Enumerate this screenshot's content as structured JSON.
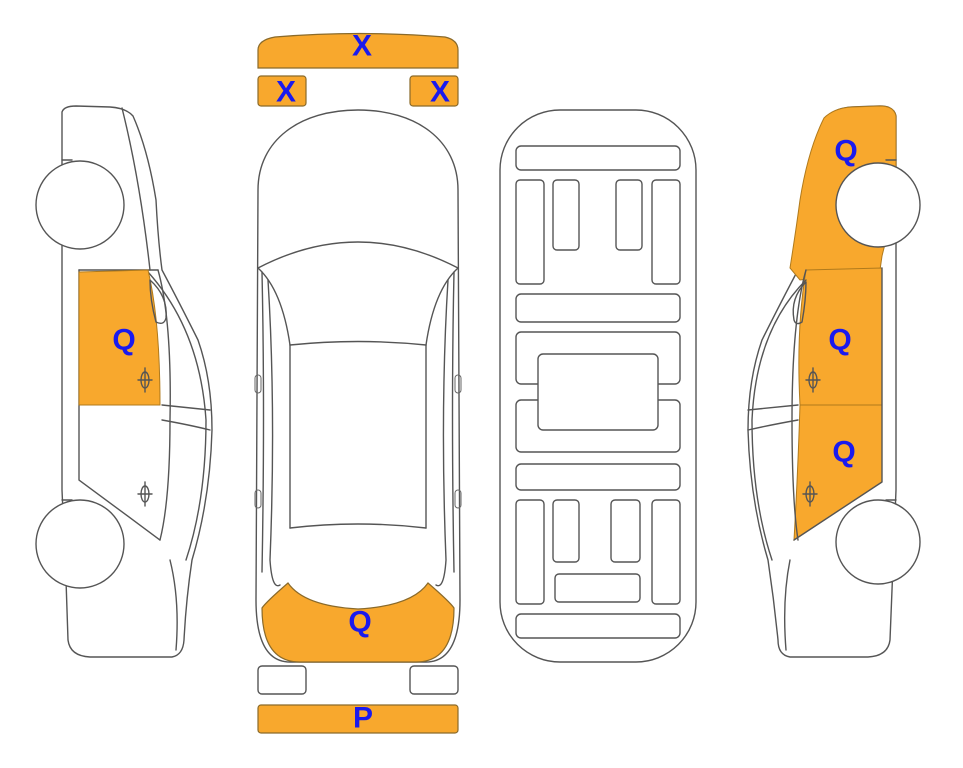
{
  "colors": {
    "damage_fill": "#f8a82d",
    "damage_stroke": "#b07a1c",
    "label_text": "#1a1aee",
    "outline": "#555555"
  },
  "labels": {
    "front_bumper": "X",
    "front_left_light": "X",
    "front_right_light": "X",
    "left_front_door": "Q",
    "top_rear_section": "Q",
    "rear_bumper": "P",
    "right_front_fender": "Q",
    "right_front_door": "Q",
    "right_rear_door": "Q"
  }
}
